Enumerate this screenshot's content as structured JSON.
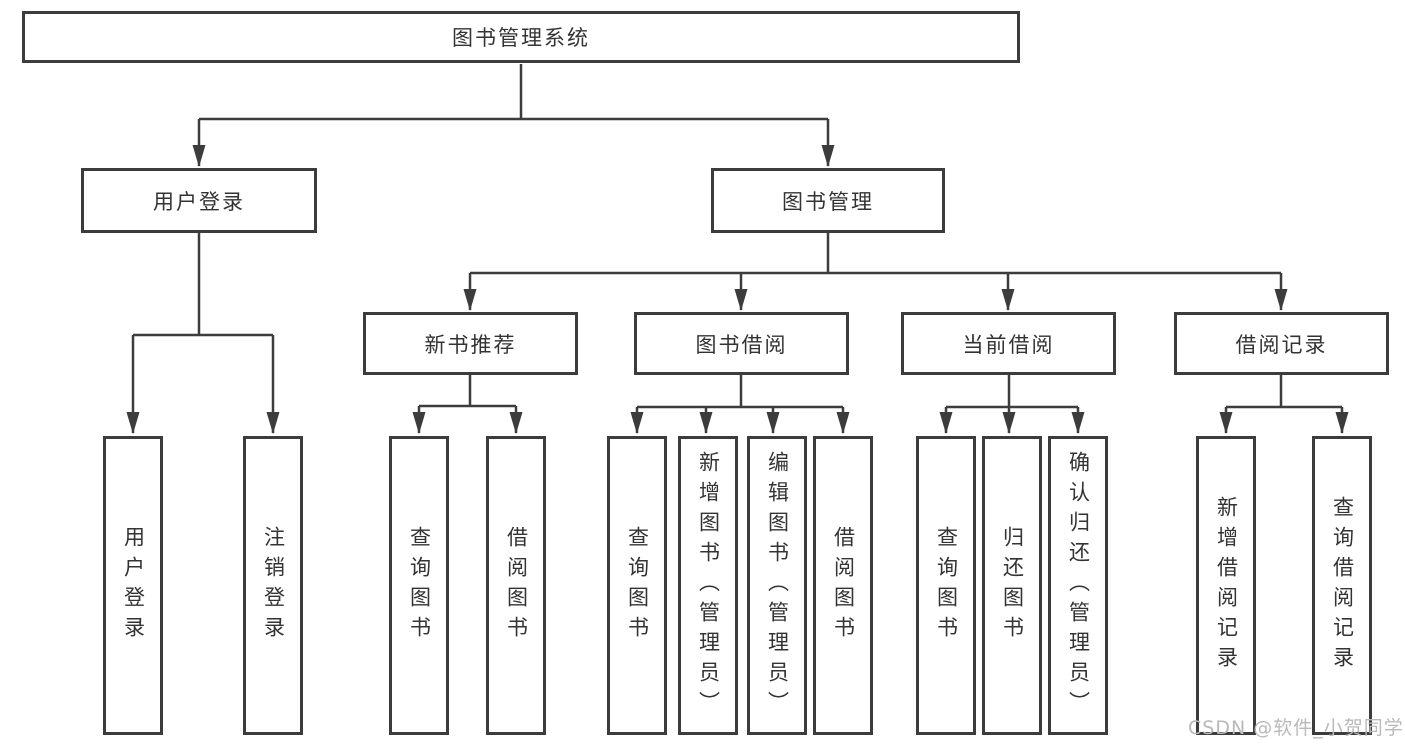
{
  "tree": {
    "label": "图书管理系统",
    "children": [
      {
        "label": "用户登录",
        "children": [
          {
            "label": "用户登录"
          },
          {
            "label": "注销登录"
          }
        ]
      },
      {
        "label": "图书管理",
        "children": [
          {
            "label": "新书推荐",
            "children": [
              {
                "label": "查询图书"
              },
              {
                "label": "借阅图书"
              }
            ]
          },
          {
            "label": "图书借阅",
            "children": [
              {
                "label": "查询图书"
              },
              {
                "label": "新增图书（管理员）"
              },
              {
                "label": "编辑图书（管理员）"
              },
              {
                "label": "借阅图书"
              }
            ]
          },
          {
            "label": "当前借阅",
            "children": [
              {
                "label": "查询图书"
              },
              {
                "label": "归还图书"
              },
              {
                "label": "确认归还（管理员）"
              }
            ]
          },
          {
            "label": "借阅记录",
            "children": [
              {
                "label": "新增借阅记录"
              },
              {
                "label": "查询借阅记录"
              }
            ]
          }
        ]
      }
    ]
  },
  "watermark": {
    "text": "CSDN @软件_小贺同学"
  },
  "colors": {
    "line": "#3c3c3c",
    "box_border": "#3c3c3c",
    "box_fill": "#ffffff",
    "text": "#333333",
    "watermark": "#b9b9b9",
    "background": "#ffffff"
  }
}
